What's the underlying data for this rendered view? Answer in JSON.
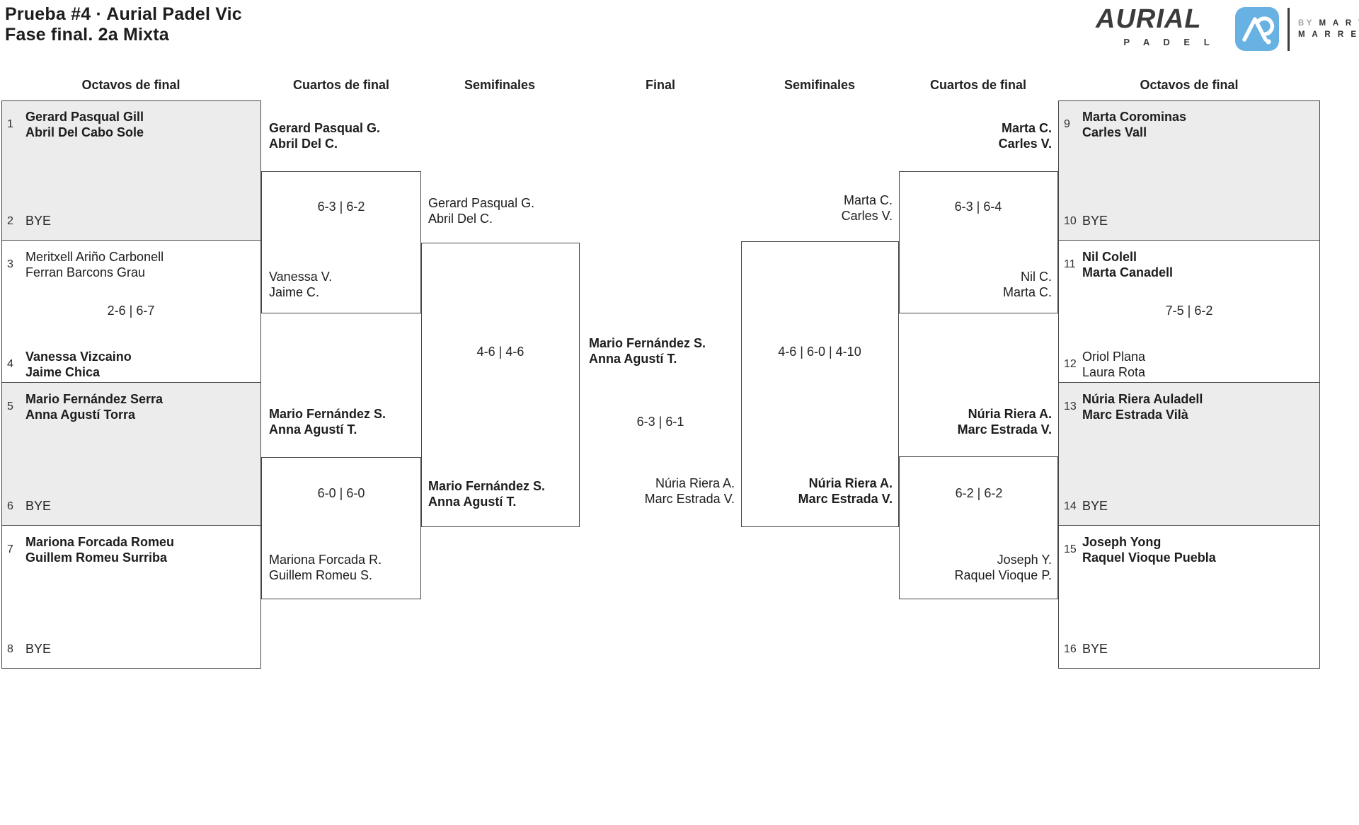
{
  "page": {
    "title_line1": "Prueba #4 · Aurial Padel Vic",
    "title_line2": "Fase final. 2a Mixta"
  },
  "logo": {
    "wordmark": "AURIAL",
    "wordmark_sub": "P A D E L",
    "icon": "aurial-mark-icon",
    "by_label": "BY",
    "by_name_line1": "M A R T A",
    "by_name_line2": "M A R R E R O"
  },
  "colors": {
    "accent_blue": "#67b1e3",
    "shaded_box": "#ececec",
    "border": "#464646",
    "text": "#1d1d1d"
  },
  "headers": {
    "r16_left": "Octavos de final",
    "qf_left": "Cuartos de final",
    "sf_left": "Semifinales",
    "final": "Final",
    "sf_right": "Semifinales",
    "qf_right": "Cuartos de final",
    "r16_right": "Octavos de final"
  },
  "r16_left": {
    "m1": {
      "seed_a": "1",
      "a1": "Gerard Pasqual Gill",
      "a2": "Abril Del Cabo Sole",
      "seed_b": "2",
      "b": "BYE"
    },
    "m2": {
      "seed_a": "3",
      "a1": "Meritxell Ariño Carbonell",
      "a2": "Ferran Barcons Grau",
      "score": "2-6 | 6-7",
      "seed_b": "4",
      "b1": "Vanessa Vizcaino",
      "b2": "Jaime Chica"
    },
    "m3": {
      "seed_a": "5",
      "a1": "Mario Fernández Serra",
      "a2": "Anna Agustí Torra",
      "seed_b": "6",
      "b": "BYE"
    },
    "m4": {
      "seed_a": "7",
      "a1": "Mariona Forcada Romeu",
      "a2": "Guillem Romeu Surriba",
      "seed_b": "8",
      "b": "BYE"
    }
  },
  "r16_right": {
    "m1": {
      "seed_a": "9",
      "a1": "Marta Corominas",
      "a2": "Carles Vall",
      "seed_b": "10",
      "b": "BYE"
    },
    "m2": {
      "seed_a": "11",
      "a1": "Nil Colell",
      "a2": "Marta Canadell",
      "score": "7-5 | 6-2",
      "seed_b": "12",
      "b1": "Oriol Plana",
      "b2": "Laura Rota"
    },
    "m3": {
      "seed_a": "13",
      "a1": "Núria Riera Auladell",
      "a2": "Marc Estrada Vilà",
      "seed_b": "14",
      "b": "BYE"
    },
    "m4": {
      "seed_a": "15",
      "a1": "Joseph Yong",
      "a2": "Raquel Vioque Puebla",
      "seed_b": "16",
      "b": "BYE"
    }
  },
  "qf_left": {
    "m1": {
      "a1": "Gerard Pasqual G.",
      "a2": "Abril Del C.",
      "score": "6-3 | 6-2",
      "b1": "Vanessa V.",
      "b2": "Jaime C."
    },
    "m2": {
      "a1": "Mario Fernández S.",
      "a2": "Anna Agustí T.",
      "score": "6-0 | 6-0",
      "b1": "Mariona Forcada R.",
      "b2": "Guillem Romeu S."
    }
  },
  "qf_right": {
    "m1": {
      "a1": "Marta C.",
      "a2": "Carles V.",
      "score": "6-3 | 6-4",
      "b1": "Nil C.",
      "b2": "Marta C."
    },
    "m2": {
      "a1": "Núria Riera A.",
      "a2": "Marc Estrada V.",
      "score": "6-2 | 6-2",
      "b1": "Joseph Y.",
      "b2": "Raquel Vioque P."
    }
  },
  "sf_left": {
    "a1": "Gerard Pasqual G.",
    "a2": "Abril Del C.",
    "score": "4-6 | 4-6",
    "b1": "Mario Fernández S.",
    "b2": "Anna Agustí T."
  },
  "sf_right": {
    "a1": "Marta C.",
    "a2": "Carles V.",
    "score": "4-6 | 6-0 | 4-10",
    "b1": "Núria Riera A.",
    "b2": "Marc Estrada V."
  },
  "final": {
    "a1": "Mario Fernández S.",
    "a2": "Anna Agustí T.",
    "score": "6-3 | 6-1",
    "b1": "Núria Riera A.",
    "b2": "Marc Estrada V."
  }
}
